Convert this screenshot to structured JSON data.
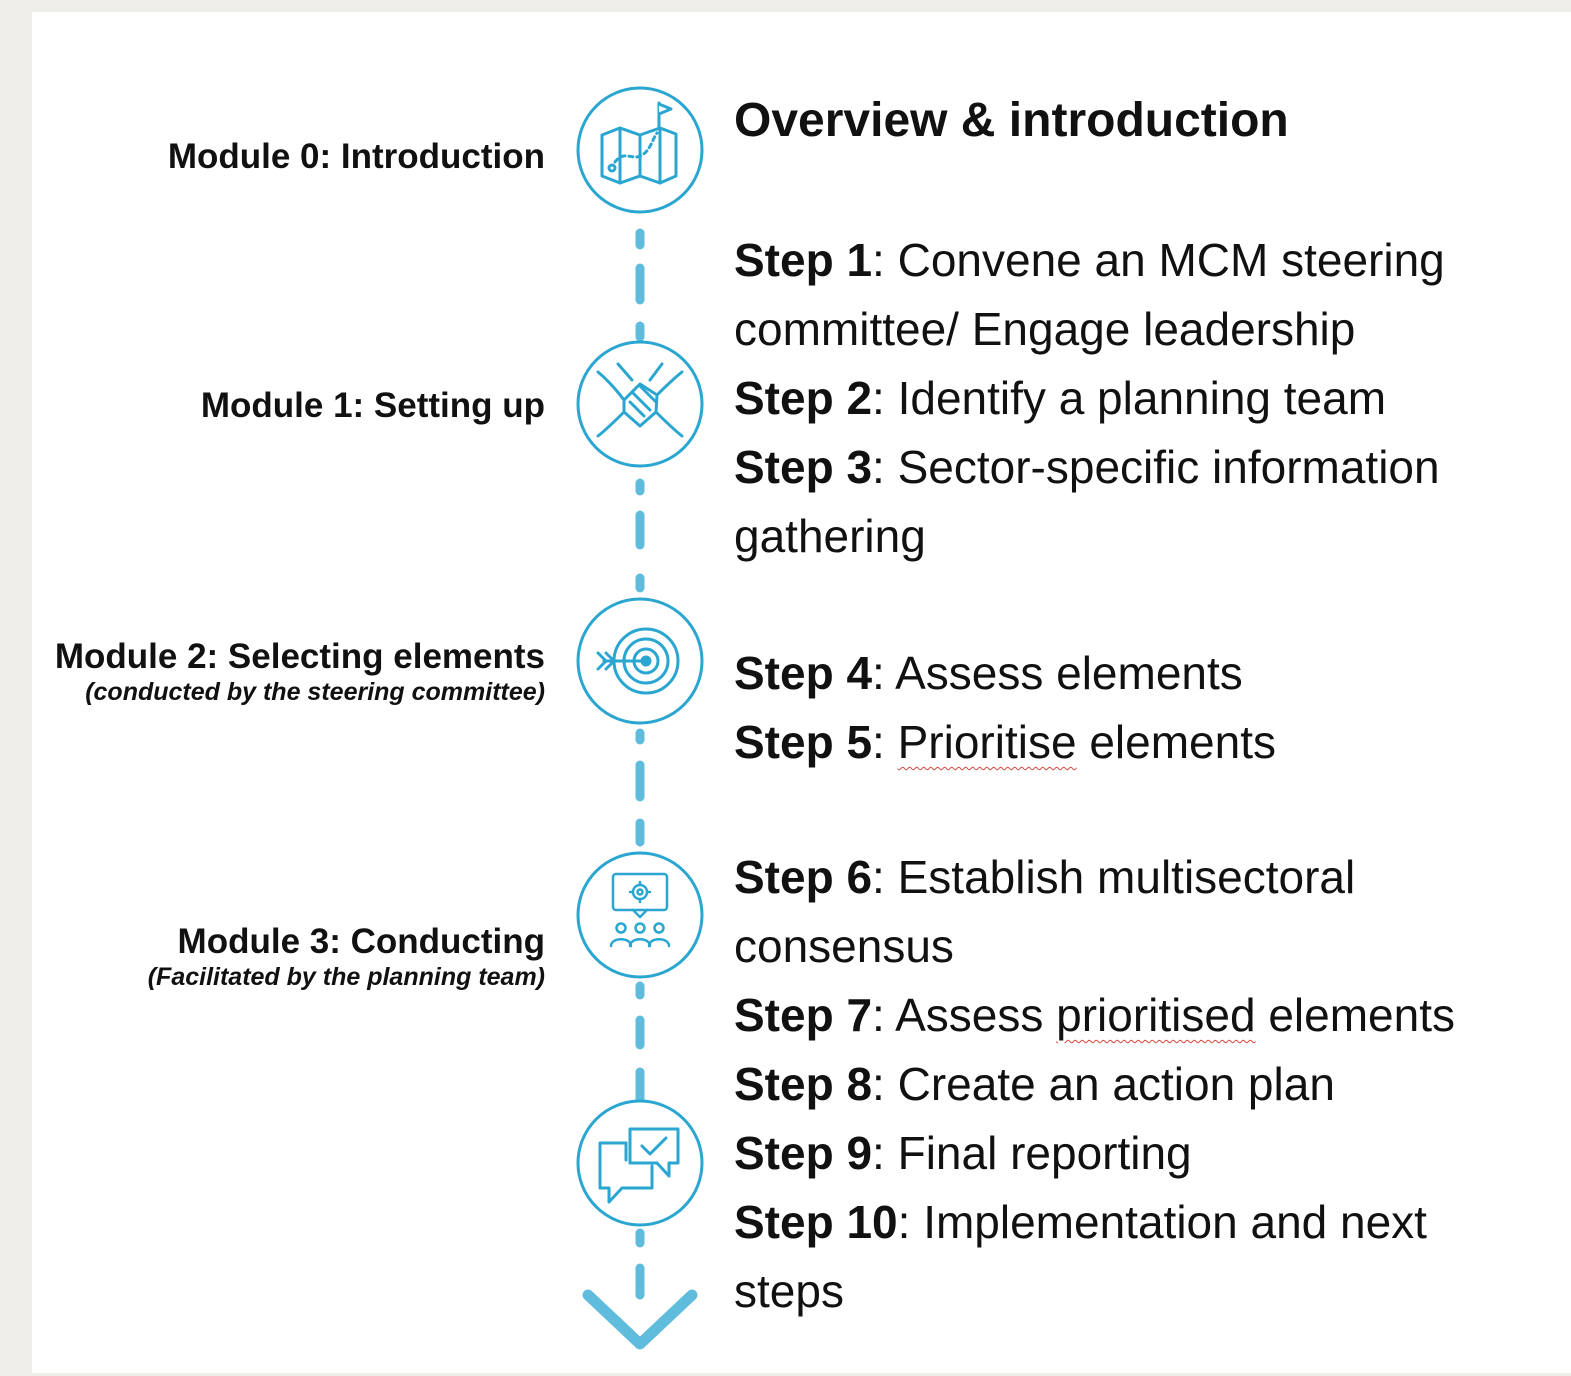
{
  "heading": "Overview & introduction",
  "modules": [
    {
      "title": "Module 0: Introduction",
      "subtitle": "",
      "icon": "map-flag-icon"
    },
    {
      "title": "Module 1: Setting up",
      "subtitle": "",
      "icon": "joined-hands-icon"
    },
    {
      "title": "Module 2: Selecting elements",
      "subtitle": "(conducted by the steering committee)",
      "icon": "target-arrow-icon"
    },
    {
      "title": "Module 3: Conducting",
      "subtitle": "(Facilitated by the planning team)",
      "icon": "team-presentation-icon"
    },
    {
      "title": "",
      "subtitle": "",
      "icon": "chat-check-icon"
    }
  ],
  "steps": [
    {
      "label": "Step 1",
      "lines": [
        ": Convene an MCM steering",
        "committee/ Engage leadership"
      ]
    },
    {
      "label": "Step 2",
      "lines": [
        ": Identify a planning team"
      ]
    },
    {
      "label": "Step 3",
      "lines": [
        ": Sector-specific information",
        "gathering"
      ]
    },
    {
      "label": "Step 4",
      "lines": [
        ": Assess elements"
      ]
    },
    {
      "label": "Step 5",
      "text_before": ": ",
      "underlined": "Prioritise",
      "text_after": " elements"
    },
    {
      "label": "Step 6",
      "lines": [
        ": Establish multisectoral",
        "consensus"
      ]
    },
    {
      "label": "Step 7",
      "text_before": ": Assess ",
      "underlined": "prioritised",
      "text_after": " elements"
    },
    {
      "label": "Step 8",
      "lines": [
        ": Create an action plan"
      ]
    },
    {
      "label": "Step 9",
      "lines": [
        ": Final reporting"
      ]
    },
    {
      "label": "Step 10",
      "lines": [
        ": Implementation and next",
        "steps"
      ]
    }
  ],
  "colors": {
    "accent": "#2aa6d1",
    "dash": "#5fbcdc",
    "spellcheck": "#d6453a"
  }
}
